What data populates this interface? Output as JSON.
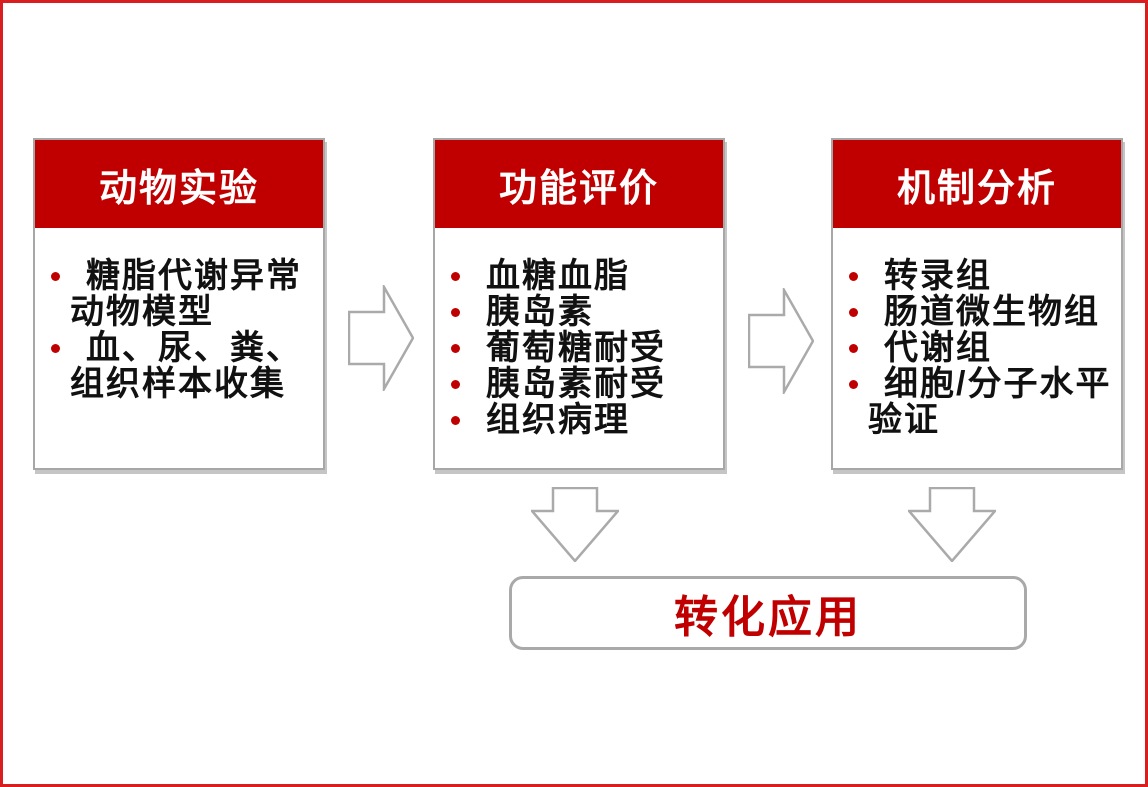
{
  "slide": {
    "page_border_color": "#D81E1E",
    "background_color": "#FFFFFF"
  },
  "colors": {
    "stage_header_bg": "#C00000",
    "stage_header_text": "#FFFFFF",
    "bullet_dot": "#C00000",
    "body_text": "#111111",
    "box_border": "#A7A7A7",
    "arrow_outline": "#AAAAAA",
    "result_border": "#A9A9A9",
    "result_text": "#C00000"
  },
  "stages": [
    {
      "title": "动物实验",
      "items": [
        "糖脂代谢异常\n动物模型",
        "血、尿、粪、\n组织样本收集"
      ]
    },
    {
      "title": "功能评价",
      "items": [
        "血糖血脂",
        "胰岛素",
        "葡萄糖耐受",
        "胰岛素耐受",
        "组织病理"
      ]
    },
    {
      "title": "机制分析",
      "items": [
        "转录组",
        "肠道微生物组",
        "代谢组",
        "细胞/分子水平\n验证"
      ]
    }
  ],
  "result": {
    "label": "转化应用"
  }
}
